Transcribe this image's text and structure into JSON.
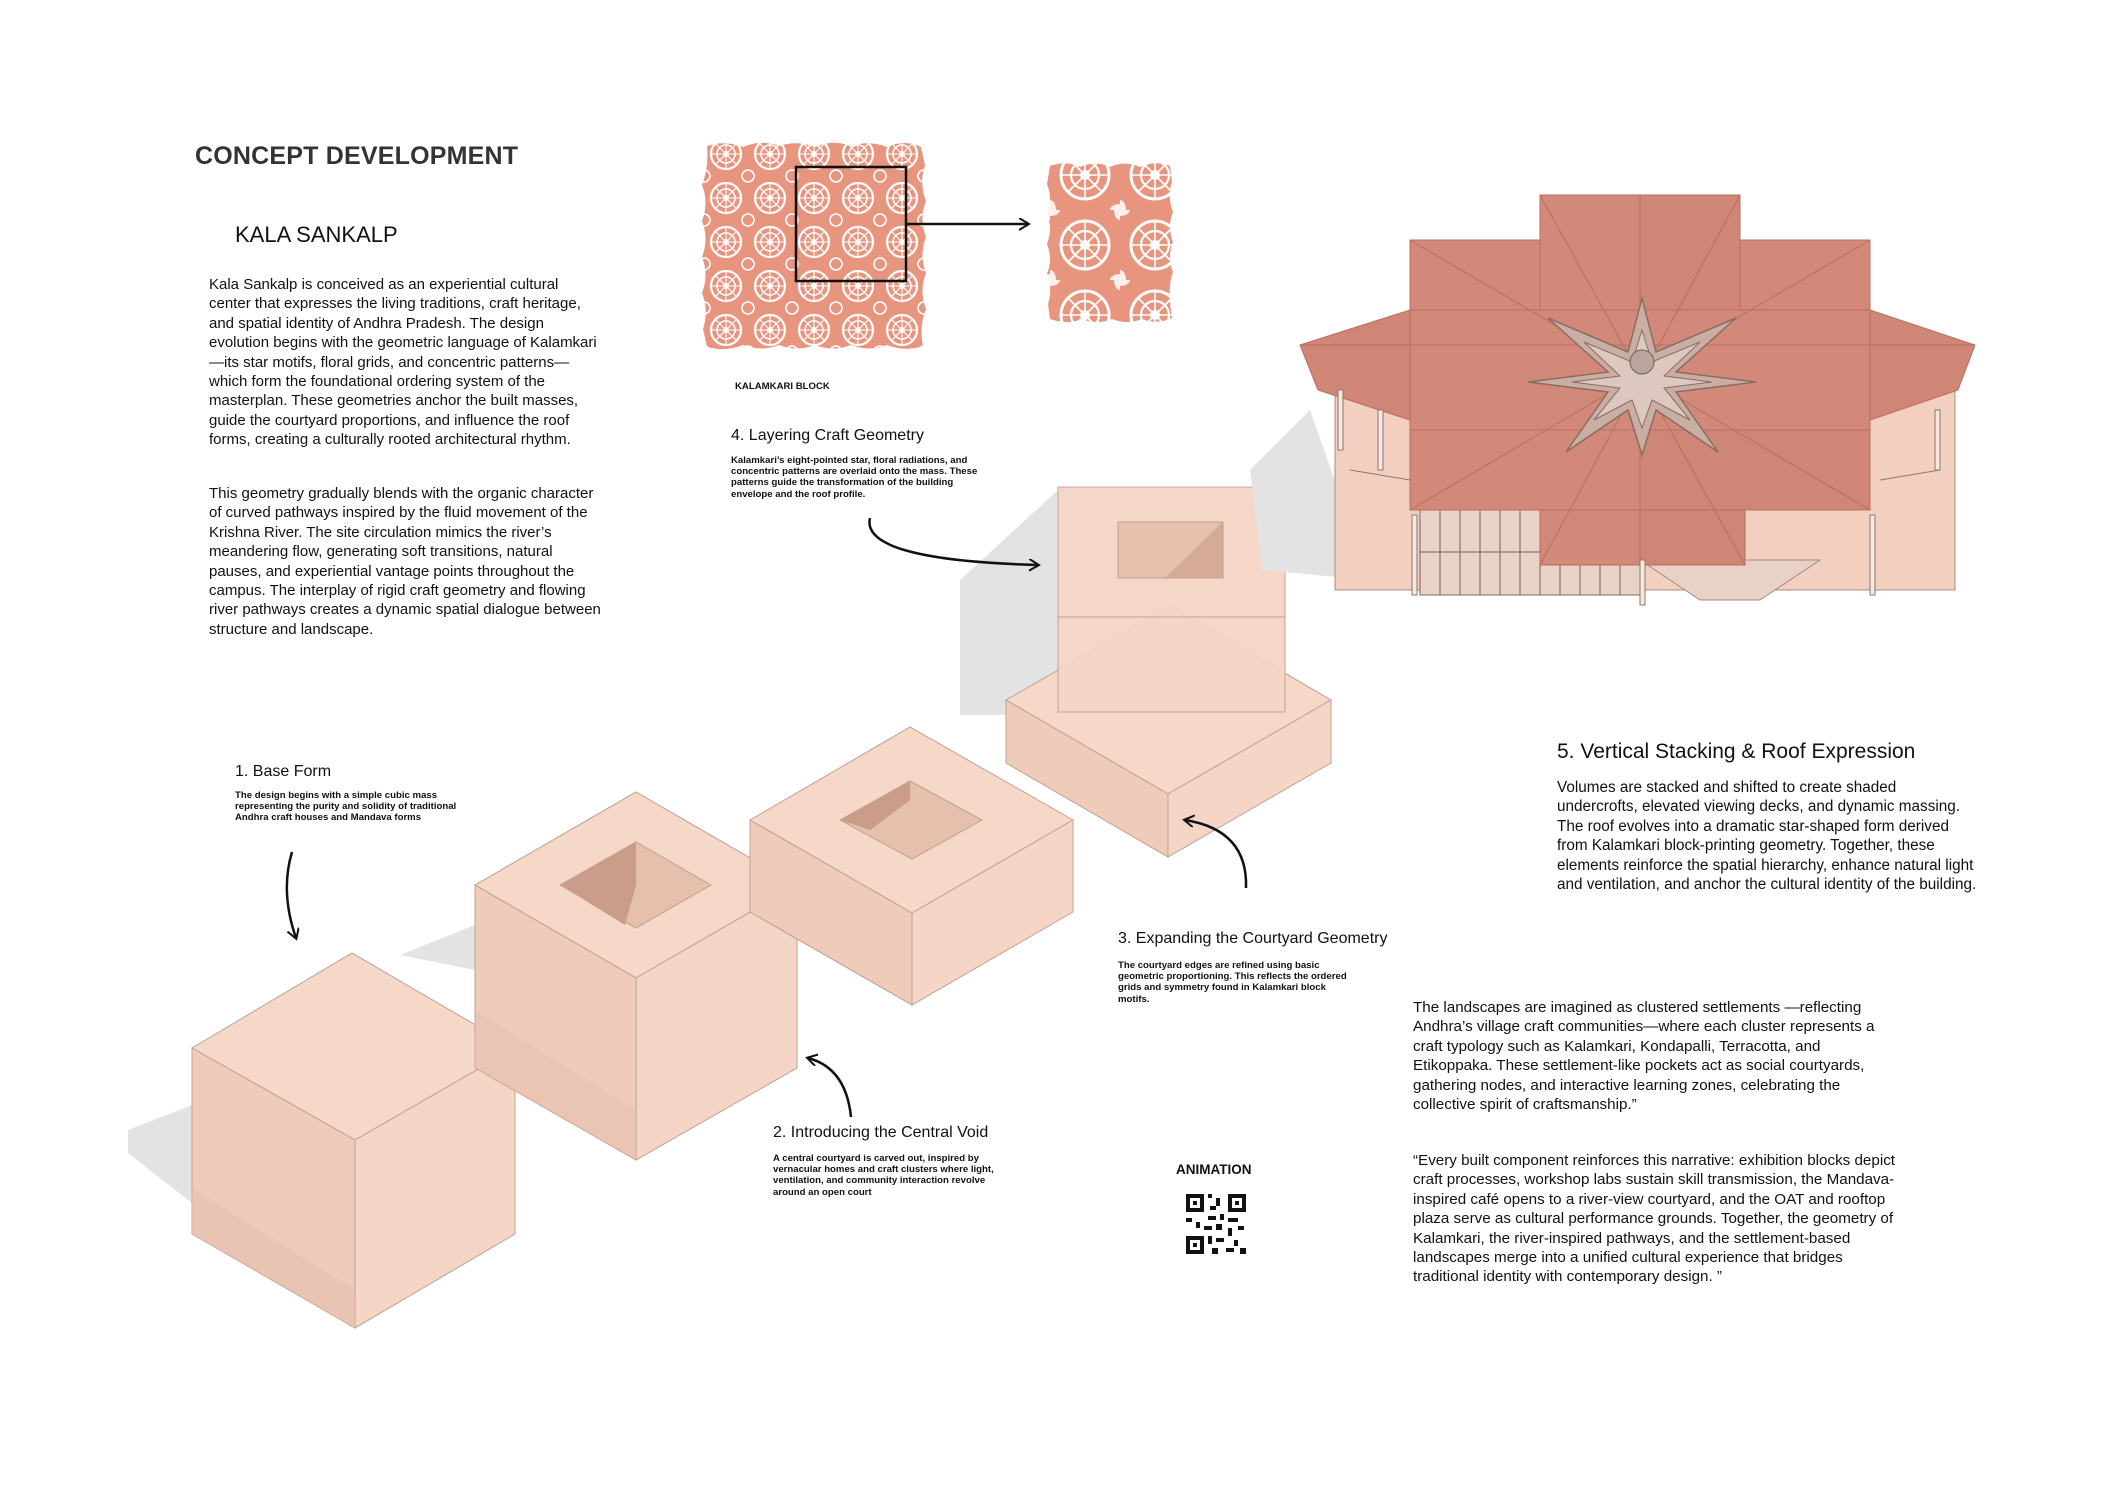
{
  "page": {
    "title": "CONCEPT DEVELOPMENT",
    "project_name": "KALA SANKALP",
    "intro_paragraph_1": "Kala Sankalp is conceived as an experiential cultural center that expresses the living traditions, craft heritage, and spatial identity of Andhra Pradesh. The design evolution begins with the geometric language of Kalamkari—its star motifs, floral grids, and concentric patterns—which form the foundational ordering system of the masterplan. These geometries anchor the built masses, guide the courtyard proportions, and influence the roof forms, creating a culturally rooted architectural rhythm.",
    "intro_paragraph_2": "This geometry gradually blends with the organic character of curved pathways inspired by the fluid movement of the Krishna River. The site circulation mimics the river’s meandering flow, generating soft transitions, natural pauses, and experiential vantage points throughout the campus. The interplay of rigid craft geometry and flowing river pathways creates a dynamic spatial dialogue between structure and landscape."
  },
  "steps": [
    {
      "title": "1. Base Form",
      "description": "The design begins with a simple cubic mass representing the purity and solidity of traditional Andhra craft houses and Mandava forms"
    },
    {
      "title": "2. Introducing the Central Void",
      "description": "A central courtyard is carved out, inspired by vernacular homes and craft clusters where light, ventilation, and community interaction revolve around an open court"
    },
    {
      "title": "3. Expanding the Courtyard Geometry",
      "description": "The courtyard edges are refined using basic geometric proportioning. This reflects the ordered grids and symmetry found in Kalamkari block motifs."
    },
    {
      "title": "4. Layering Craft Geometry",
      "description": "Kalamkari’s eight-pointed star, floral radiations, and concentric patterns are overlaid onto the mass. These patterns guide the transformation of the building envelope and the roof profile."
    },
    {
      "title": "5. Vertical Stacking & Roof Expression",
      "description": "Volumes are stacked and shifted to create shaded undercrofts, elevated viewing decks, and dynamic massing. The roof evolves into a dramatic star-shaped form derived from Kalamkari block-printing geometry. Together, these elements reinforce the spatial hierarchy, enhance natural light and ventilation, and anchor the cultural identity of the building."
    }
  ],
  "landscape": {
    "paragraph_1": "The landscapes are imagined as clustered settlements —reflecting Andhra’s village craft communities—where each cluster represents a craft typology such as Kalamkari, Kondapalli, Terracotta, and Etikoppaka. These settlement-like pockets act as social courtyards, gathering nodes, and interactive learning zones, celebrating the collective spirit of craftsmanship.”",
    "paragraph_2": "“Every built component reinforces this narrative: exhibition blocks depict craft processes, workshop labs sustain skill transmission, the Mandava-inspired café opens to a river-view courtyard, and the OAT and rooftop plaza serve as cultural performance grounds. Together, the geometry of Kalamkari, the river-inspired pathways, and the settlement-based landscapes merge into a unified cultural experience that bridges traditional identity with contemporary design. ”"
  },
  "block": {
    "label": "KALAMKARI BLOCK"
  },
  "animation": {
    "label": "ANIMATION"
  },
  "colors": {
    "mass_light": "#f6d8c9",
    "mass_mid": "#efcbb9",
    "mass_dark": "#d7aa96",
    "roof": "#d2897a",
    "roof_dark": "#b86e60",
    "pattern": "#e8957f",
    "shadow": "#e3e3e3"
  }
}
